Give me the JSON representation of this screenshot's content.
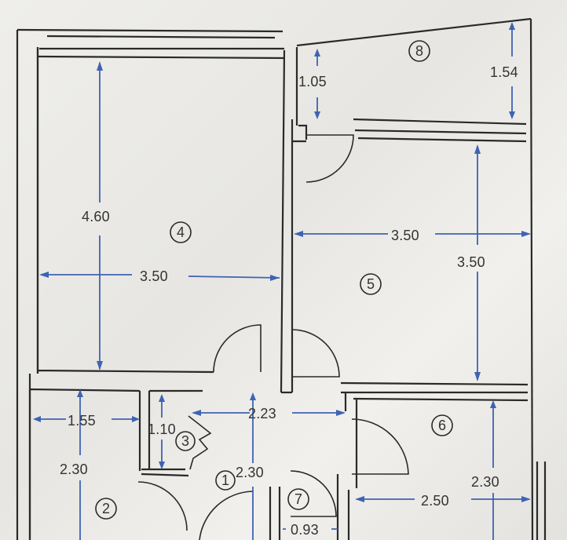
{
  "colors": {
    "paper": "#e9e8e4",
    "walls": "#2a2a2a",
    "dimensions": "#3f63b3"
  },
  "rooms": [
    {
      "number": "1"
    },
    {
      "number": "2"
    },
    {
      "number": "3"
    },
    {
      "number": "4"
    },
    {
      "number": "5"
    },
    {
      "number": "6"
    },
    {
      "number": "7"
    },
    {
      "number": "8"
    }
  ],
  "dimensions": {
    "room4_height": "4.60",
    "room4_width": "3.50",
    "room8_left": "1.05",
    "room8_right": "1.54",
    "room5_width": "3.50",
    "room5_height": "3.50",
    "room2_width": "1.55",
    "room2_height": "2.30",
    "room3_height": "1.10",
    "hall_width": "2.23",
    "hall_height": "2.30",
    "room6_width": "2.50",
    "room6_height": "2.30",
    "room7_width": "0.93"
  }
}
